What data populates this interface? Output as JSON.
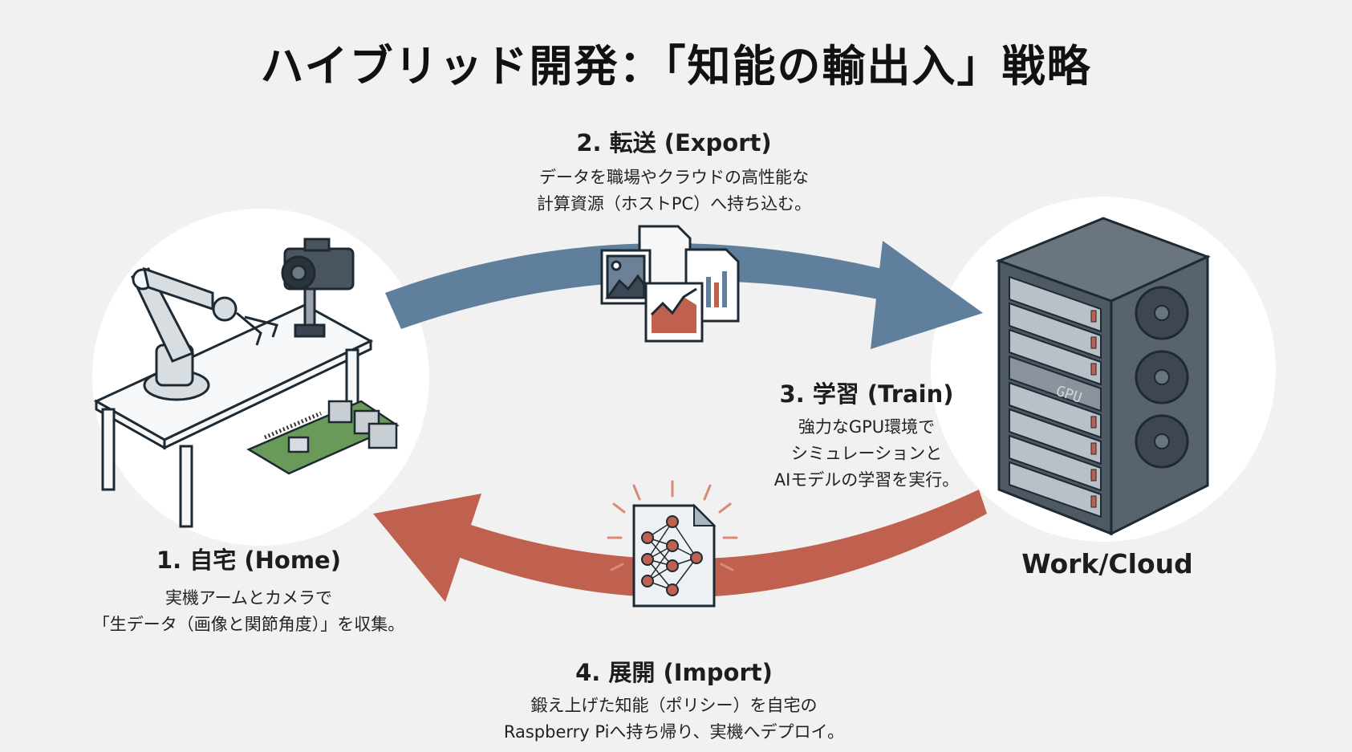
{
  "title": "ハイブリッド開発：「知能の輸出入」戦略",
  "colors": {
    "background": "#f1f1f1",
    "circle": "#ffffff",
    "export_arrow": "#5f7f9c",
    "import_arrow": "#c0604f",
    "server_body": "#5a6470",
    "board_green": "#6a9a5a"
  },
  "steps": {
    "home": {
      "title": "1. 自宅 (Home)",
      "desc_lines": [
        "実機アームとカメラで",
        "「生データ（画像と関節角度）」を収集。"
      ]
    },
    "export": {
      "title": "2. 転送 (Export)",
      "desc_lines": [
        "データを職場やクラウドの高性能な",
        "計算資源（ホストPC）へ持ち込む。"
      ]
    },
    "train": {
      "title": "3. 学習 (Train)",
      "desc_lines": [
        "強力なGPU環境で",
        "シミュレーションと",
        "AIモデルの学習を実行。"
      ]
    },
    "import": {
      "title": "4. 展開 (Import)",
      "desc_lines": [
        "鍛え上げた知能（ポリシー）を自宅の",
        "Raspberry Piへ持ち帰り、実機へデプロイ。"
      ]
    }
  },
  "server": {
    "label": "Work/Cloud",
    "gpu_label": "GPU"
  },
  "icons": {
    "home_scene": [
      "robot-arm-icon",
      "camera-icon",
      "table-icon",
      "raspberry-pi-icon"
    ],
    "export": "data-files-icon",
    "import": "neural-network-file-icon",
    "server": "server-rack-icon"
  }
}
